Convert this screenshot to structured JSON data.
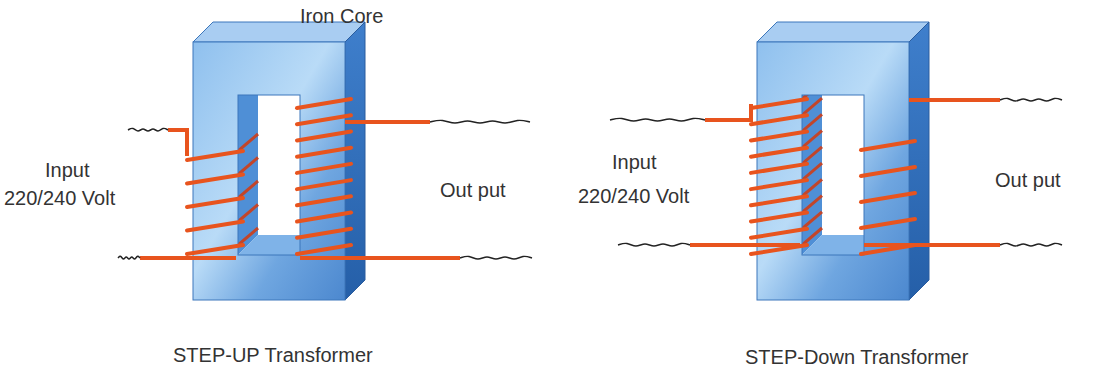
{
  "diagram": {
    "labels": [
      "Iron Core",
      "Input",
      "220/240 Volt",
      "Out put",
      "STEP-UP Transformer",
      "Input",
      "220/240 Volt",
      "Out put",
      "STEP-Down Transformer"
    ]
  }
}
